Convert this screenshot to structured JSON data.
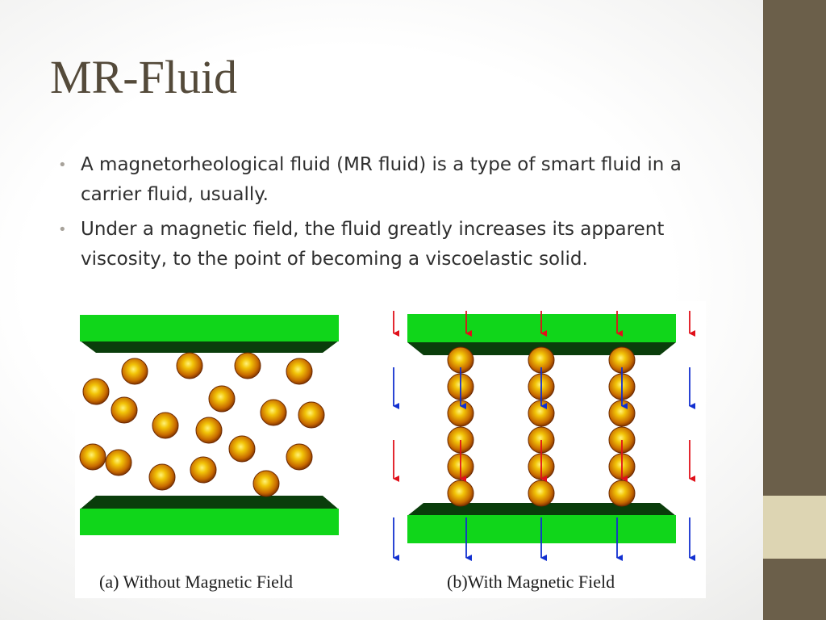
{
  "slide": {
    "title": "MR-Fluid",
    "bullets": [
      "A magnetorheological fluid (MR fluid) is a type of smart fluid in a carrier fluid, usually.",
      "Under a magnetic field, the fluid greatly increases its apparent viscosity, to the point of becoming a viscoelastic solid."
    ]
  },
  "figure": {
    "captions": {
      "without_field": "(a) Without Magnetic Field",
      "with_field": "(b)With Magnetic Field"
    },
    "colors": {
      "plate": "#10d61a",
      "plate_shadow": "#0a3d0b",
      "particle_core": "#f2c408",
      "particle_edge": "#7a2e00",
      "field_arrow_red": "#e0101a",
      "field_arrow_blue": "#1230d0"
    },
    "chain_count": 3,
    "particles_per_chain": 6
  },
  "theme": {
    "sidebar": "#6b5f4a",
    "sidebar_accent": "#ddd5b3",
    "title_color": "#544a3a"
  }
}
